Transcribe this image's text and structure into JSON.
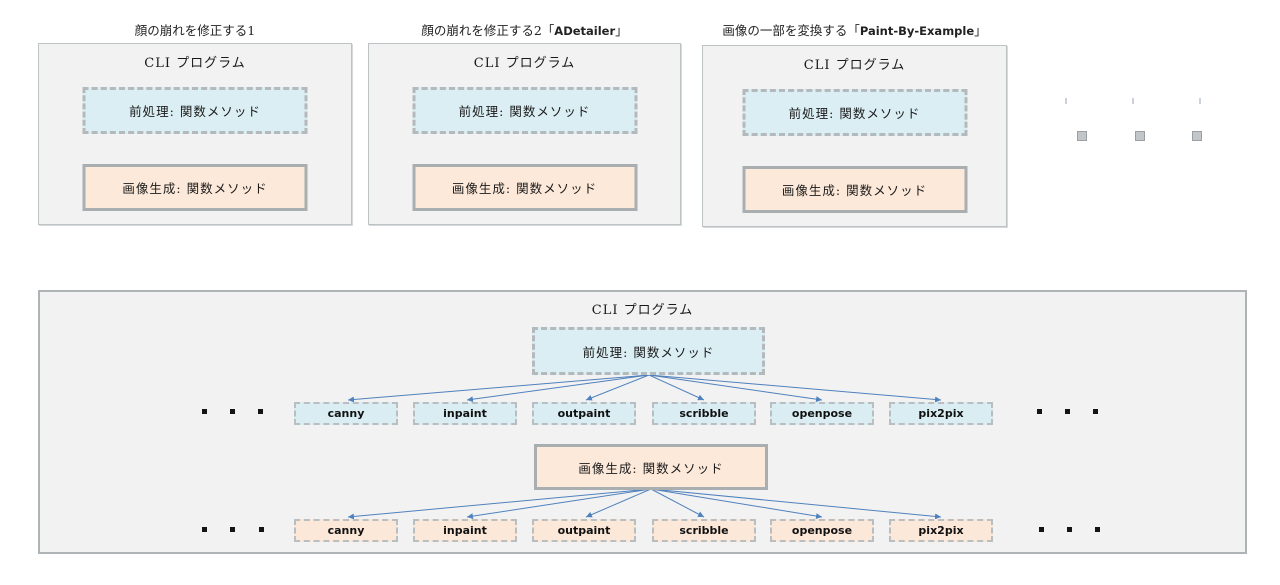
{
  "colors": {
    "card_bg": "#f2f2f2",
    "blue_fill": "#daeef3",
    "orange_fill": "#fde9d9",
    "dashed_border": "#b4b9bb",
    "solid_border": "#a9aeb0",
    "arrow_blue": "#4f81bd"
  },
  "icons": {
    "ellipsis_dots": "continuation-dots",
    "ghost_card_marker": "collapsed-card-square"
  },
  "cards": [
    {
      "title_prefix": "顔の崩れを修正する1",
      "title_bold": "",
      "title_suffix": "",
      "cli_label": "CLI プログラム",
      "pre_label": "前処理: 関数メソッド",
      "gen_label": "画像生成: 関数メソッド"
    },
    {
      "title_prefix": "顔の崩れを修正する2「",
      "title_bold": "ADetailer",
      "title_suffix": "」",
      "cli_label": "CLI プログラム",
      "pre_label": "前処理: 関数メソッド",
      "gen_label": "画像生成: 関数メソッド"
    },
    {
      "title_prefix": "画像の一部を変換する「",
      "title_bold": "Paint-By-Example",
      "title_suffix": "」",
      "cli_label": "CLI プログラム",
      "pre_label": "前処理: 関数メソッド",
      "gen_label": "画像生成: 関数メソッド"
    }
  ],
  "main_diagram": {
    "cli_label": "CLI プログラム",
    "pre_label": "前処理: 関数メソッド",
    "gen_label": "画像生成: 関数メソッド",
    "pre_children": [
      "canny",
      "inpaint",
      "outpaint",
      "scribble",
      "openpose",
      "pix2pix"
    ],
    "gen_children": [
      "canny",
      "inpaint",
      "outpaint",
      "scribble",
      "openpose",
      "pix2pix"
    ]
  }
}
